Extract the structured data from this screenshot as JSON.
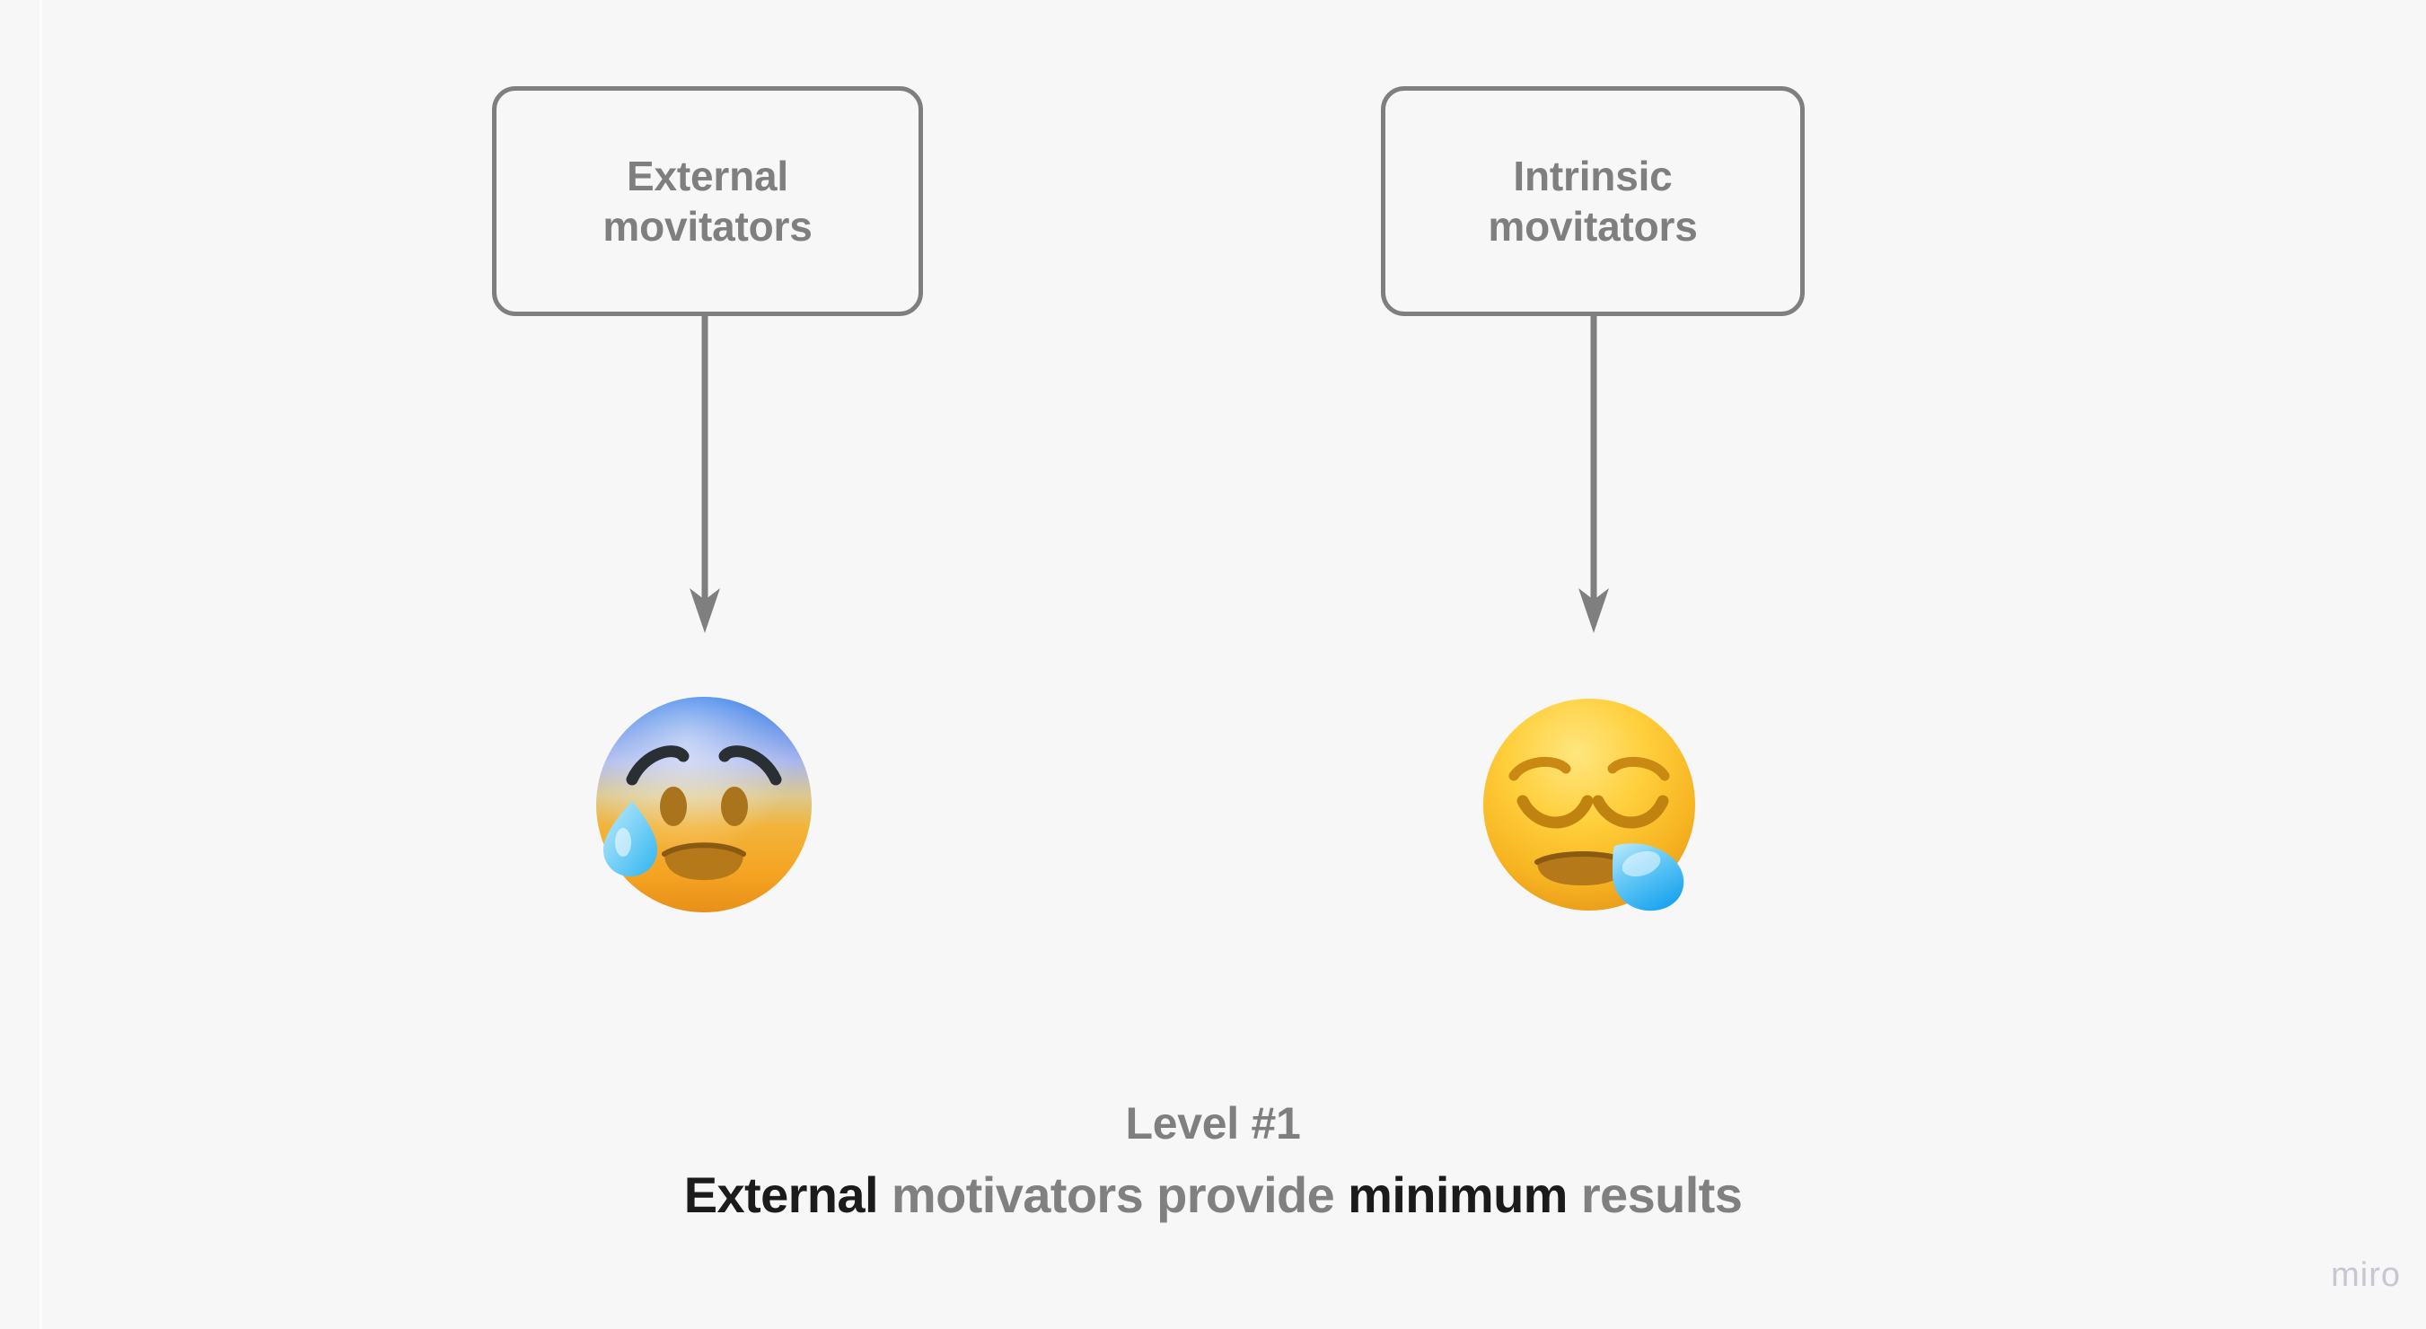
{
  "board": {
    "background_color": "#f7f7f7",
    "watermark": "miro"
  },
  "nodes": [
    {
      "id": "external-movitators",
      "label": "External\nmovitators",
      "text_color": "#7f7f7f",
      "border_color": "#7f7f7f"
    },
    {
      "id": "intrinsic-movitators",
      "label": "Intrinsic\nmovitators",
      "text_color": "#7f7f7f",
      "border_color": "#7f7f7f"
    }
  ],
  "connectors": [
    {
      "id": "external-to-emoji",
      "from": "external-movitators",
      "to": "anxious-face-with-sweat",
      "color": "#7f7f7f",
      "direction": "down"
    },
    {
      "id": "intrinsic-to-emoji",
      "from": "intrinsic-movitators",
      "to": "sleepy-face",
      "color": "#7f7f7f",
      "direction": "down"
    }
  ],
  "emojis": [
    {
      "id": "anxious-face-with-sweat",
      "name": "anxious face with sweat",
      "glyph": "😰",
      "face_top_color": "#2f7ff0",
      "face_bottom_color": "#f5a623",
      "drop_color": "#6fd0f5",
      "drop_side": "left"
    },
    {
      "id": "sleepy-face",
      "name": "sleepy face",
      "glyph": "😪",
      "face_top_color": "#ffd93b",
      "face_bottom_color": "#f3a81c",
      "drop_color": "#3fb8f5",
      "drop_side": "right"
    }
  ],
  "caption": {
    "level": "Level #1",
    "statement_parts": [
      {
        "text": "External",
        "emphasis": "strong"
      },
      {
        "text": " motivators provide ",
        "emphasis": "muted"
      },
      {
        "text": "minimum",
        "emphasis": "strong"
      },
      {
        "text": " results",
        "emphasis": "muted"
      }
    ],
    "strong_color": "#1b1b1b",
    "muted_color": "#808080"
  }
}
